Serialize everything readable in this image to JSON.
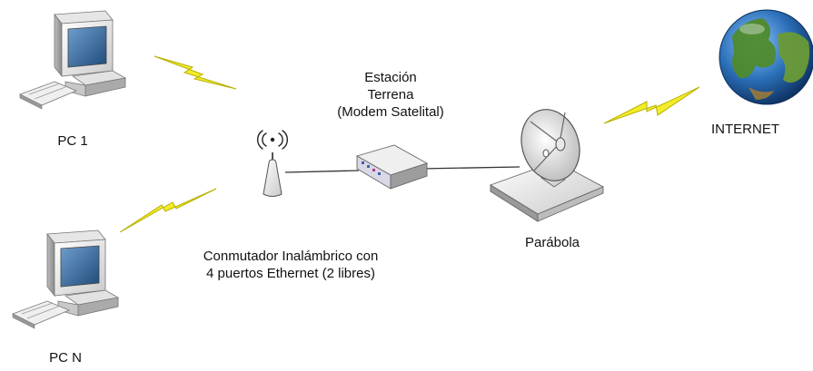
{
  "labels": {
    "pc1": "PC 1",
    "pcn": "PC N",
    "station_line1": "Estación",
    "station_line2": "Terrena",
    "station_line3": "(Modem Satelital)",
    "switch_line1": "Conmutador Inalámbrico con",
    "switch_line2": "4 puertos Ethernet (2 libres)",
    "dish": "Parábola",
    "internet": "INTERNET"
  },
  "colors": {
    "bolt_fill": "#f2ec2a",
    "bolt_stroke": "#b8b000",
    "device_light": "#f4f4f4",
    "device_shadow": "#9a9a9a",
    "screen": "#2f5f92",
    "ocean": "#2b6fb8",
    "land": "#4f8a2c",
    "link": "#333333"
  },
  "icons": [
    "computer-icon",
    "wireless-signal-icon",
    "modem-icon",
    "satellite-dish-icon",
    "globe-icon",
    "lightning-icon"
  ]
}
